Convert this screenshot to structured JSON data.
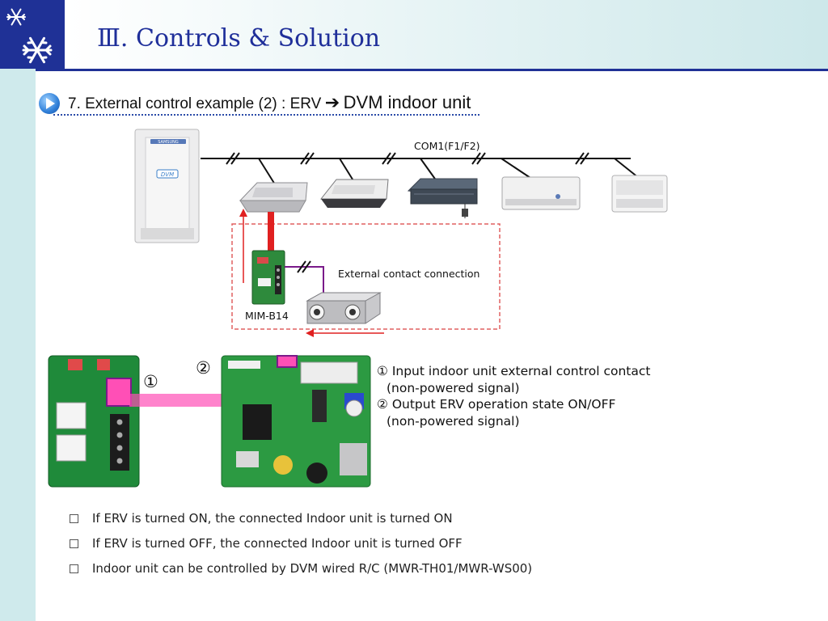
{
  "header": {
    "title": "Ⅲ. Controls & Solution",
    "icons": [
      "snowflake-icon",
      "snowflake-icon"
    ],
    "colors": {
      "accent": "#1f3196",
      "band": "#cfeaec",
      "title": "#1f2f9a"
    }
  },
  "section": {
    "heading_prefix": "7. External control example (2) : ERV",
    "arrow": "➔",
    "heading_suffix": "DVM indoor unit"
  },
  "diagram": {
    "outdoor_brand": "SAMSUNG",
    "outdoor_badge": "DVM",
    "bus_label": "COM1(F1/F2)",
    "contact_label": "External contact connection",
    "module_label": "MIM-B14",
    "colors": {
      "signal_red": "#e02020",
      "erv_line": "#7a1a8a",
      "dashed_box": "#e06060",
      "highlight": "#ff4fb6"
    }
  },
  "callouts": {
    "one": "①",
    "two": "②"
  },
  "notes": [
    "① Input indoor unit external control contact",
    "(non-powered signal)",
    "② Output ERV operation state ON/OFF",
    "(non-powered signal)"
  ],
  "bullets": [
    "If ERV is turned ON, the connected Indoor unit is turned ON",
    "If ERV is turned OFF, the connected Indoor unit is turned OFF",
    "Indoor unit can be controlled by DVM wired R/C (MWR-TH01/MWR-WS00)"
  ]
}
